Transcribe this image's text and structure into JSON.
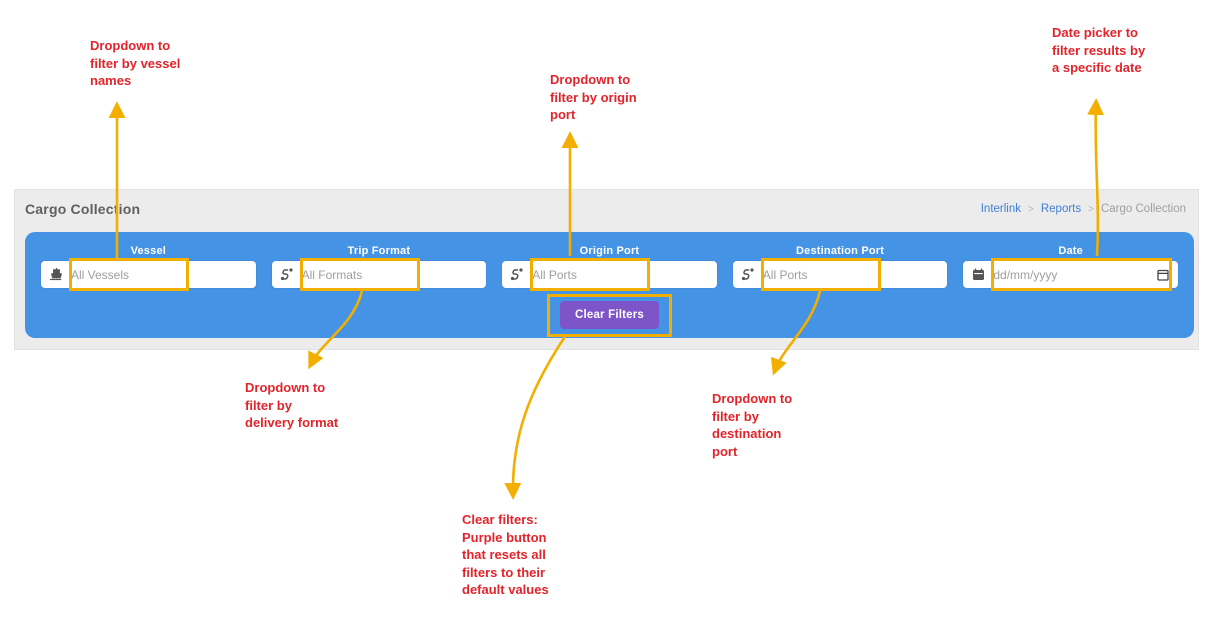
{
  "header": {
    "title": "Cargo Collection",
    "breadcrumb": {
      "separator": ">",
      "items": [
        {
          "label": "Interlink"
        },
        {
          "label": "Reports"
        },
        {
          "label": "Cargo Collection"
        }
      ]
    }
  },
  "filter_bar": {
    "fields": [
      {
        "label": "Vessel",
        "placeholder": "All Vessels",
        "icon": "ship-icon"
      },
      {
        "label": "Trip Format",
        "placeholder": "All Formats",
        "icon": "route-icon"
      },
      {
        "label": "Origin Port",
        "placeholder": "All Ports",
        "icon": "route-icon"
      },
      {
        "label": "Destination Port",
        "placeholder": "All Ports",
        "icon": "route-icon"
      },
      {
        "label": "Date",
        "placeholder": "dd/mm/yyyy",
        "icon": "calendar-icon"
      }
    ],
    "clear_button_label": "Clear Filters"
  },
  "annotations": {
    "vessel": {
      "lines": [
        "Dropdown to",
        "filter by vessel",
        "names"
      ]
    },
    "origin": {
      "lines": [
        "Dropdown to",
        "filter by origin",
        "port"
      ]
    },
    "date": {
      "lines": [
        "Date picker to",
        "filter results by",
        "a specific date"
      ]
    },
    "trip_format": {
      "lines": [
        "Dropdown to",
        "filter by",
        "delivery format"
      ]
    },
    "destination": {
      "lines": [
        "Dropdown to",
        "filter by",
        "destination",
        "port"
      ]
    },
    "clear_filters": {
      "lines": [
        "Clear filters:",
        "Purple button",
        "that resets all",
        "filters to their",
        "default values"
      ]
    }
  },
  "colors": {
    "highlight_yellow": "#f2af00",
    "annotation_red": "#e3242b",
    "bar_blue": "#4593e4",
    "button_purple": "#7d55c8",
    "link_blue": "#3f7fd4",
    "panel_gray": "#ececec"
  }
}
